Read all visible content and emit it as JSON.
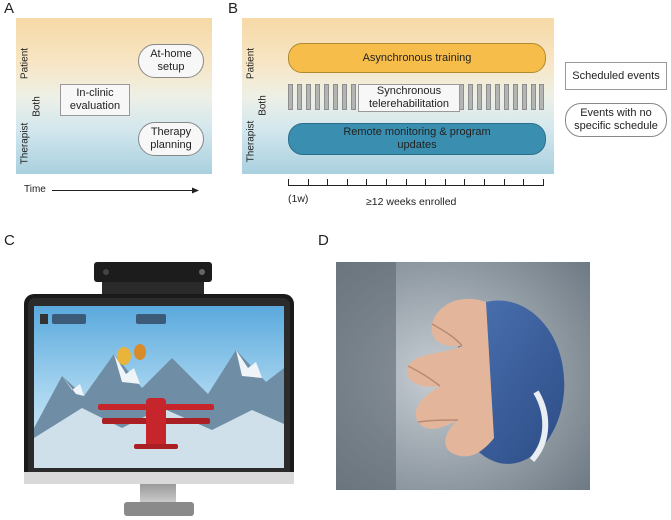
{
  "panels": {
    "a": "A",
    "b": "B",
    "c": "C",
    "d": "D"
  },
  "panel_a": {
    "row_labels": {
      "patient": "Patient",
      "both": "Both",
      "therapist": "Therapist"
    },
    "in_clinic": "In-clinic evaluation",
    "at_home": "At-home setup",
    "therapy_planning": "Therapy planning",
    "time_label": "Time"
  },
  "panel_b": {
    "row_labels": {
      "patient": "Patient",
      "both": "Both",
      "therapist": "Therapist"
    },
    "async_training": "Asynchronous training",
    "sync_tele": "Synchronous telerehabilitation",
    "remote_monitoring": "Remote monitoring & program updates",
    "tick_unit": "(1w)",
    "enrolled": "≥12 weeks enrolled"
  },
  "legend": {
    "scheduled": "Scheduled events",
    "unscheduled": "Events with no specific schedule"
  },
  "colors": {
    "async_bar": "#f7bd4b",
    "remote_bar": "#3a8fb0",
    "patient_bg": "#f6d9a6",
    "therapist_bg": "#a9d0df"
  },
  "icons": {
    "panel_c": "monitor-with-sensor-game-icon",
    "panel_d": "hand-holding-device-icon"
  }
}
